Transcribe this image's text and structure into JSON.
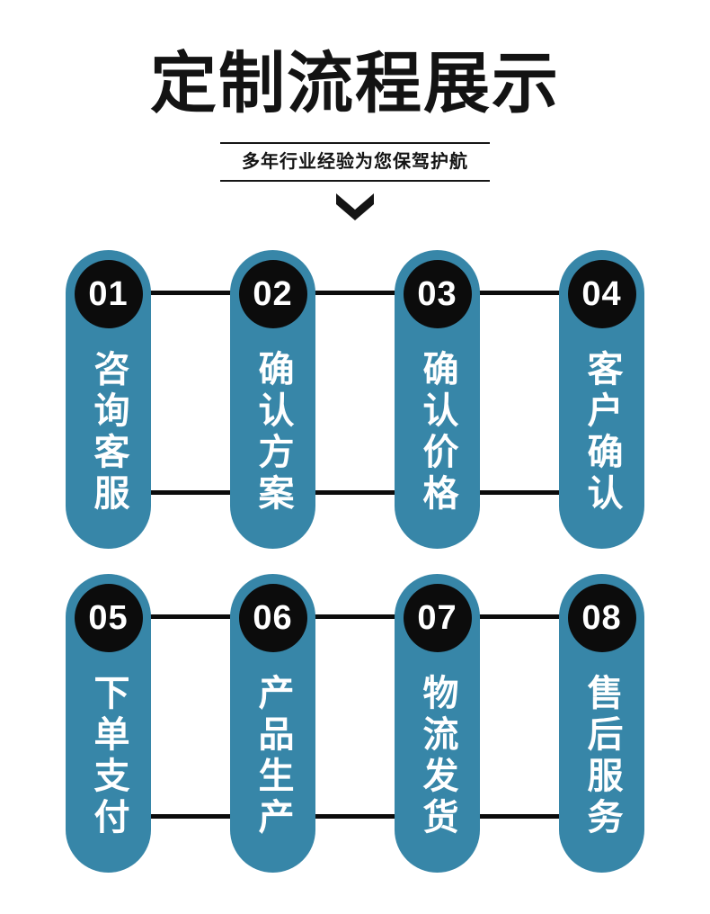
{
  "page": {
    "title": "定制流程展示",
    "subtitle": "多年行业经验为您保驾护航",
    "arrow_icon": "chevron-down",
    "colors": {
      "pill": "#3786a8",
      "badge": "#0c0c0c",
      "line": "#0c0c0c",
      "title_text": "#131313",
      "pill_text": "#ffffff",
      "background": "#ffffff"
    }
  },
  "steps": [
    {
      "number": "01",
      "label": "咨询客服"
    },
    {
      "number": "02",
      "label": "确认方案"
    },
    {
      "number": "03",
      "label": "确认价格"
    },
    {
      "number": "04",
      "label": "客户确认"
    },
    {
      "number": "05",
      "label": "下单支付"
    },
    {
      "number": "06",
      "label": "产品生产"
    },
    {
      "number": "07",
      "label": "物流发货"
    },
    {
      "number": "08",
      "label": "售后服务"
    }
  ]
}
